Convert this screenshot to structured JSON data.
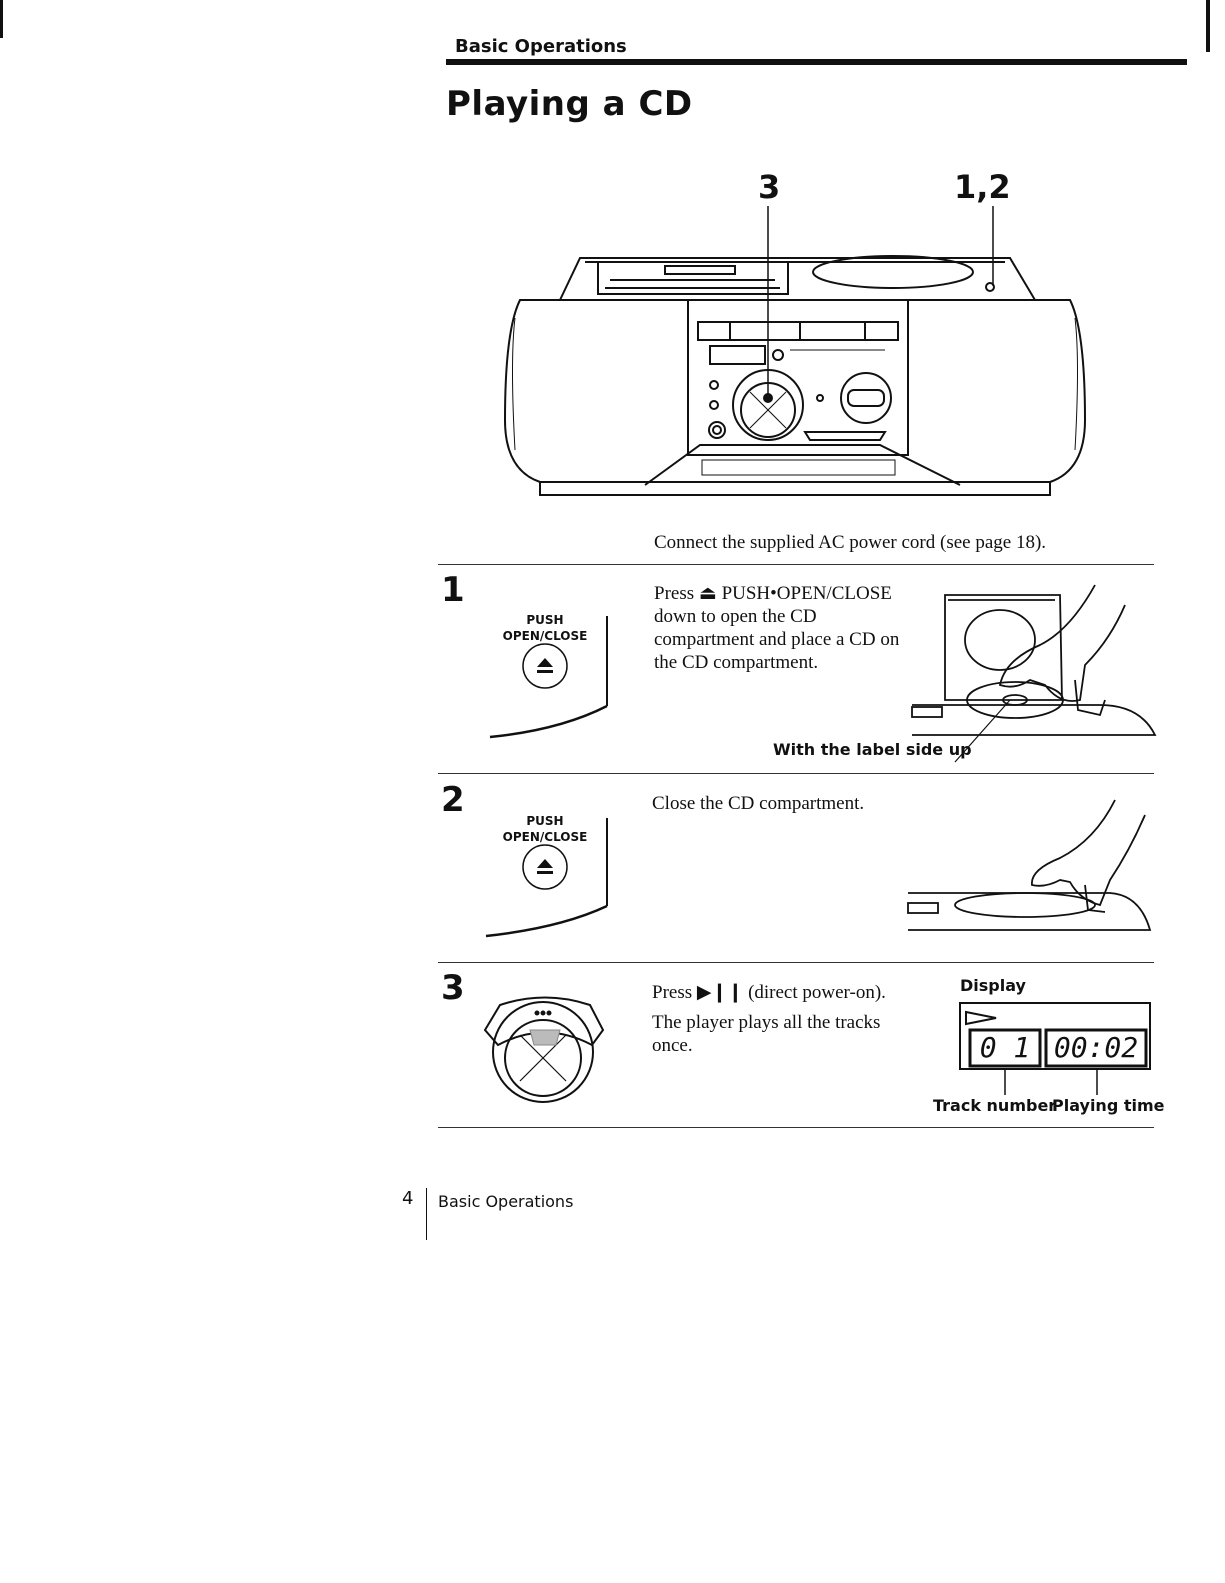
{
  "header": {
    "section": "Basic Operations",
    "title": "Playing a CD"
  },
  "overview": {
    "callout_left": "3",
    "callout_right": "1,2",
    "caption": "Connect the supplied AC power cord (see page 18)."
  },
  "steps": [
    {
      "number": "1",
      "button_label_top": "PUSH",
      "button_label_bottom": "OPEN/CLOSE",
      "text_lines": [
        "Press ⏏ PUSH•OPEN/CLOSE",
        "down to open the CD",
        "compartment and place a CD on",
        "the CD compartment."
      ],
      "note": "With the label side up"
    },
    {
      "number": "2",
      "button_label_top": "PUSH",
      "button_label_bottom": "OPEN/CLOSE",
      "text": "Close the CD compartment."
    },
    {
      "number": "3",
      "text_press": "Press ▶❙❙ (direct power-on).",
      "text_lines": [
        "The  player plays all the tracks",
        "once."
      ],
      "display": {
        "heading": "Display",
        "track_number": "0 1",
        "playing_time": "00:02",
        "track_label": "Track number",
        "time_label": "Playing time"
      }
    }
  ],
  "footer": {
    "page_number": "4",
    "section": "Basic Operations"
  }
}
